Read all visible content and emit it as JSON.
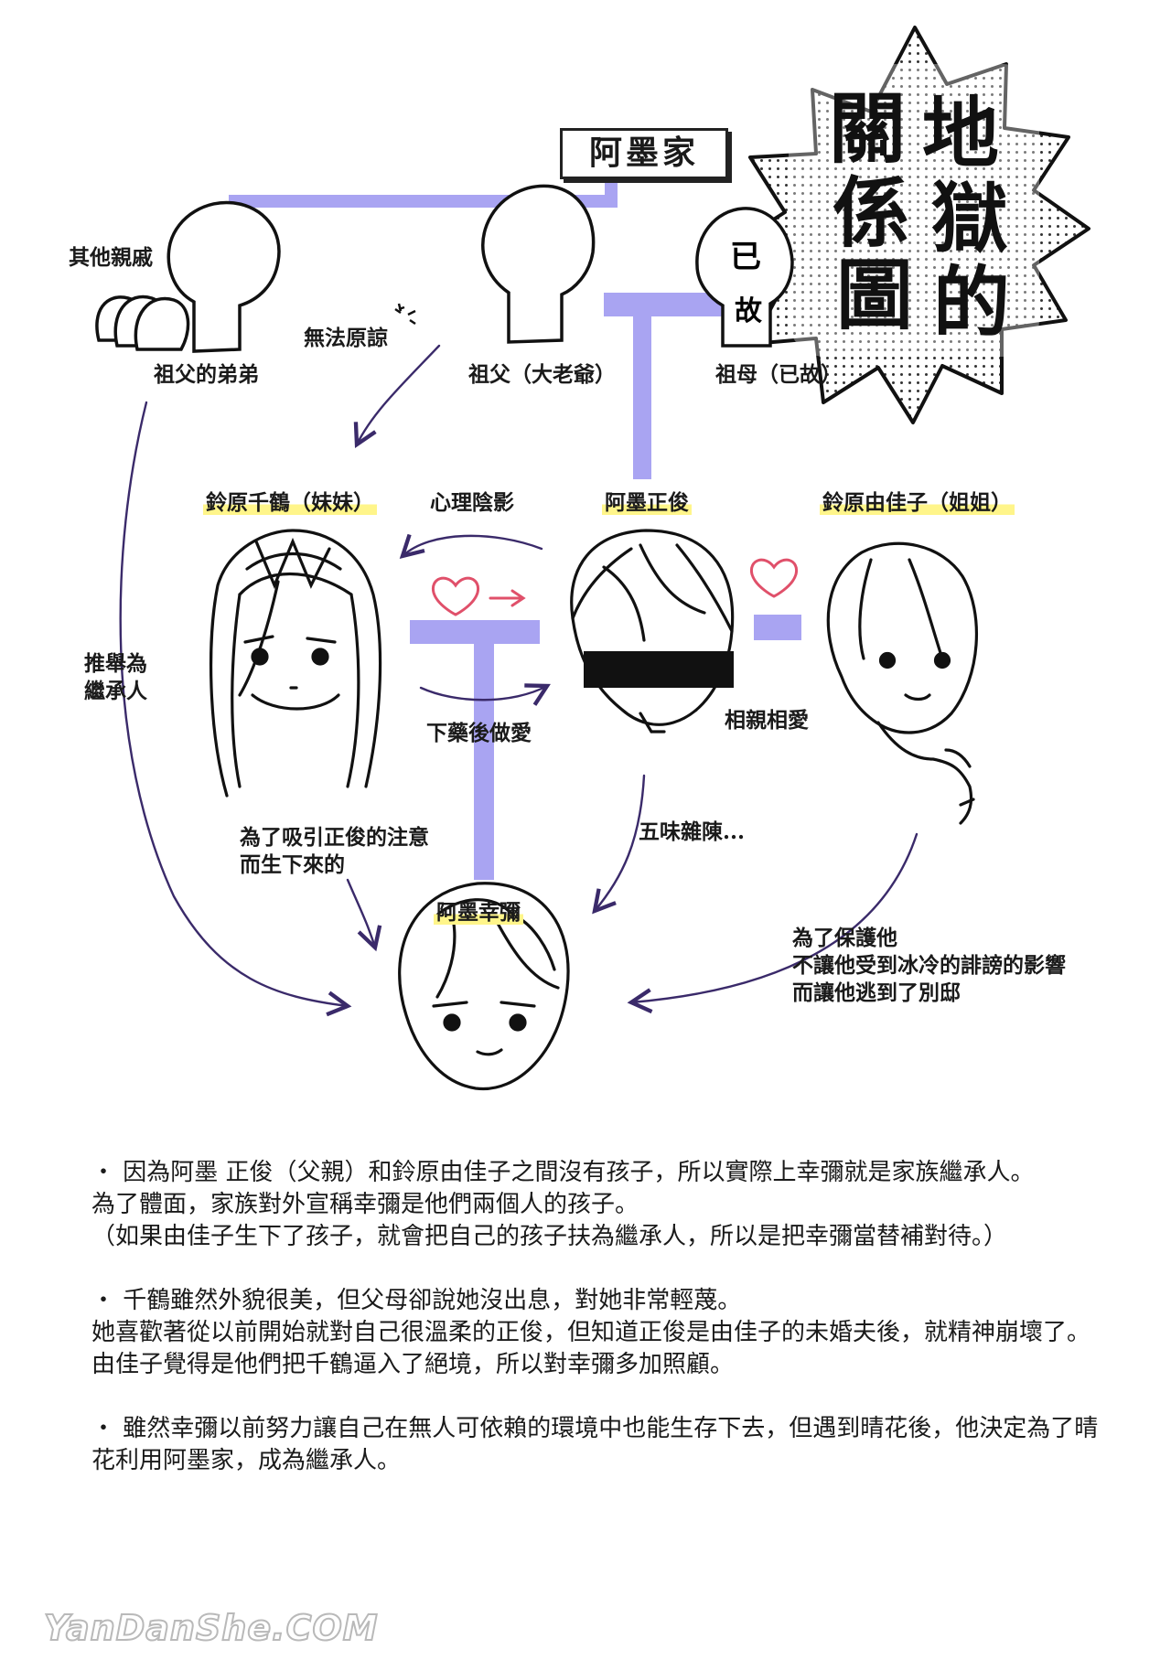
{
  "title": {
    "chars": [
      "地",
      "獄",
      "的",
      "關",
      "係",
      "圖"
    ]
  },
  "family_box": "阿墨家",
  "people": {
    "relatives_label": "其他親戚",
    "grand_uncle": "祖父的弟弟",
    "grandfather": "祖父（大老爺）",
    "grandmother": "祖母（已故）",
    "grandmother_mark": [
      "已",
      "故"
    ],
    "chizuru": "鈴原千鶴（妹妹）",
    "masatoshi": "阿墨正俊",
    "yukiko": "鈴原由佳子（姐姐）",
    "koya": "阿墨幸彌"
  },
  "relations": {
    "cannot_forgive": "無法原諒",
    "trauma": "心理陰影",
    "drugged": "下藥後做愛",
    "love_each_other": "相親相愛",
    "mixed_feelings": "五味雜陳...",
    "heir_recommend": [
      "推舉為",
      "繼承人"
    ],
    "born_for_attention": [
      "為了吸引正俊的注意",
      "而生下來的"
    ],
    "protect": [
      "為了保護他",
      "不讓他受到冰冷的誹謗的影響",
      "而讓他逃到了別邸"
    ]
  },
  "notes": [
    "・ 因為阿墨 正俊（父親）和鈴原由佳子之間沒有孩子，所以實際上幸彌就是家族繼承人。",
    "為了體面，家族對外宣稱幸彌是他們兩個人的孩子。",
    "（如果由佳子生下了孩子，就會把自己的孩子扶為繼承人，所以是把幸彌當替補對待。）",
    "",
    "・ 千鶴雖然外貌很美，但父母卻說她沒出息，對她非常輕蔑。",
    "她喜歡著從以前開始就對自己很溫柔的正俊，但知道正俊是由佳子的未婚夫後，就精神崩壞了。",
    "由佳子覺得是他們把千鶴逼入了絕境，所以對幸彌多加照顧。",
    "",
    "・ 雖然幸彌以前努力讓自己在無人可依賴的環境中也能生存下去，但遇到晴花後，他決定為了晴花利用阿墨家，成為繼承人。"
  ],
  "watermark": "YanDanShe.COM",
  "colors": {
    "line": "#a9a4f2",
    "arrow": "#3a2a6a",
    "heart": "#e0506a",
    "highlight": "#fff58a"
  }
}
